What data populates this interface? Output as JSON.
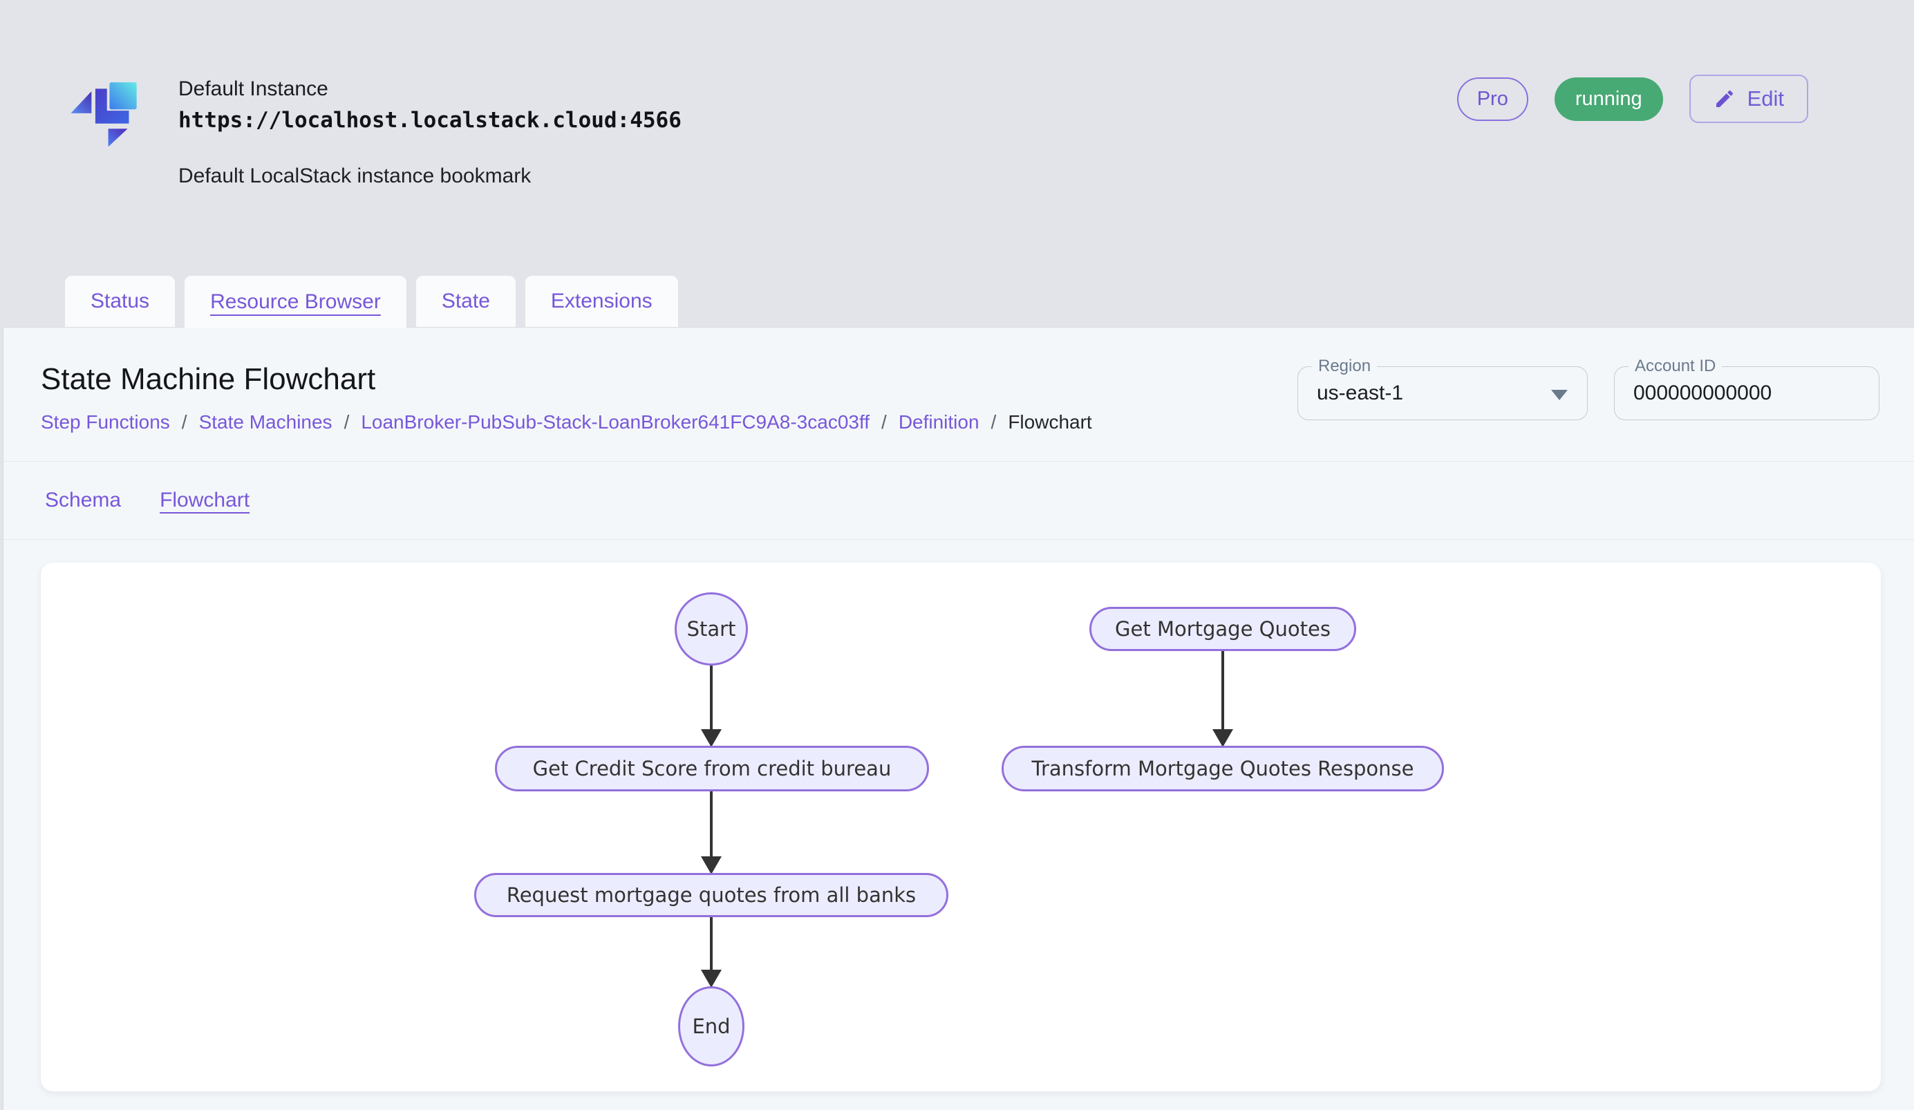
{
  "header": {
    "instance_name": "Default Instance",
    "instance_url": "https://localhost.localstack.cloud:4566",
    "instance_description": "Default LocalStack instance bookmark",
    "pro_badge": "Pro",
    "status_badge": "running",
    "edit_button": "Edit"
  },
  "tabs": {
    "status": "Status",
    "resource_browser": "Resource Browser",
    "state": "State",
    "extensions": "Extensions"
  },
  "page": {
    "title": "State Machine Flowchart",
    "breadcrumb": {
      "step_functions": "Step Functions",
      "state_machines": "State Machines",
      "state_machine_name": "LoanBroker-PubSub-Stack-LoanBroker641FC9A8-3cac03ff",
      "definition": "Definition",
      "current": "Flowchart"
    },
    "region": {
      "label": "Region",
      "value": "us-east-1"
    },
    "account": {
      "label": "Account ID",
      "value": "000000000000"
    }
  },
  "subtabs": {
    "schema": "Schema",
    "flowchart": "Flowchart"
  },
  "flowchart": {
    "nodes": {
      "start": "Start",
      "get_credit_score": "Get Credit Score from credit bureau",
      "request_quotes": "Request mortgage quotes from all banks",
      "end": "End",
      "get_mortgage_quotes": "Get Mortgage Quotes",
      "transform_response": "Transform Mortgage Quotes Response"
    }
  },
  "colors": {
    "accent_purple": "#7757D9",
    "node_fill": "#ECECFF",
    "node_border": "#9370DB",
    "running_green": "#47A974",
    "arrow": "#333333",
    "header_background": "#E2E4E9",
    "panel_background": "#F4F7FA"
  }
}
